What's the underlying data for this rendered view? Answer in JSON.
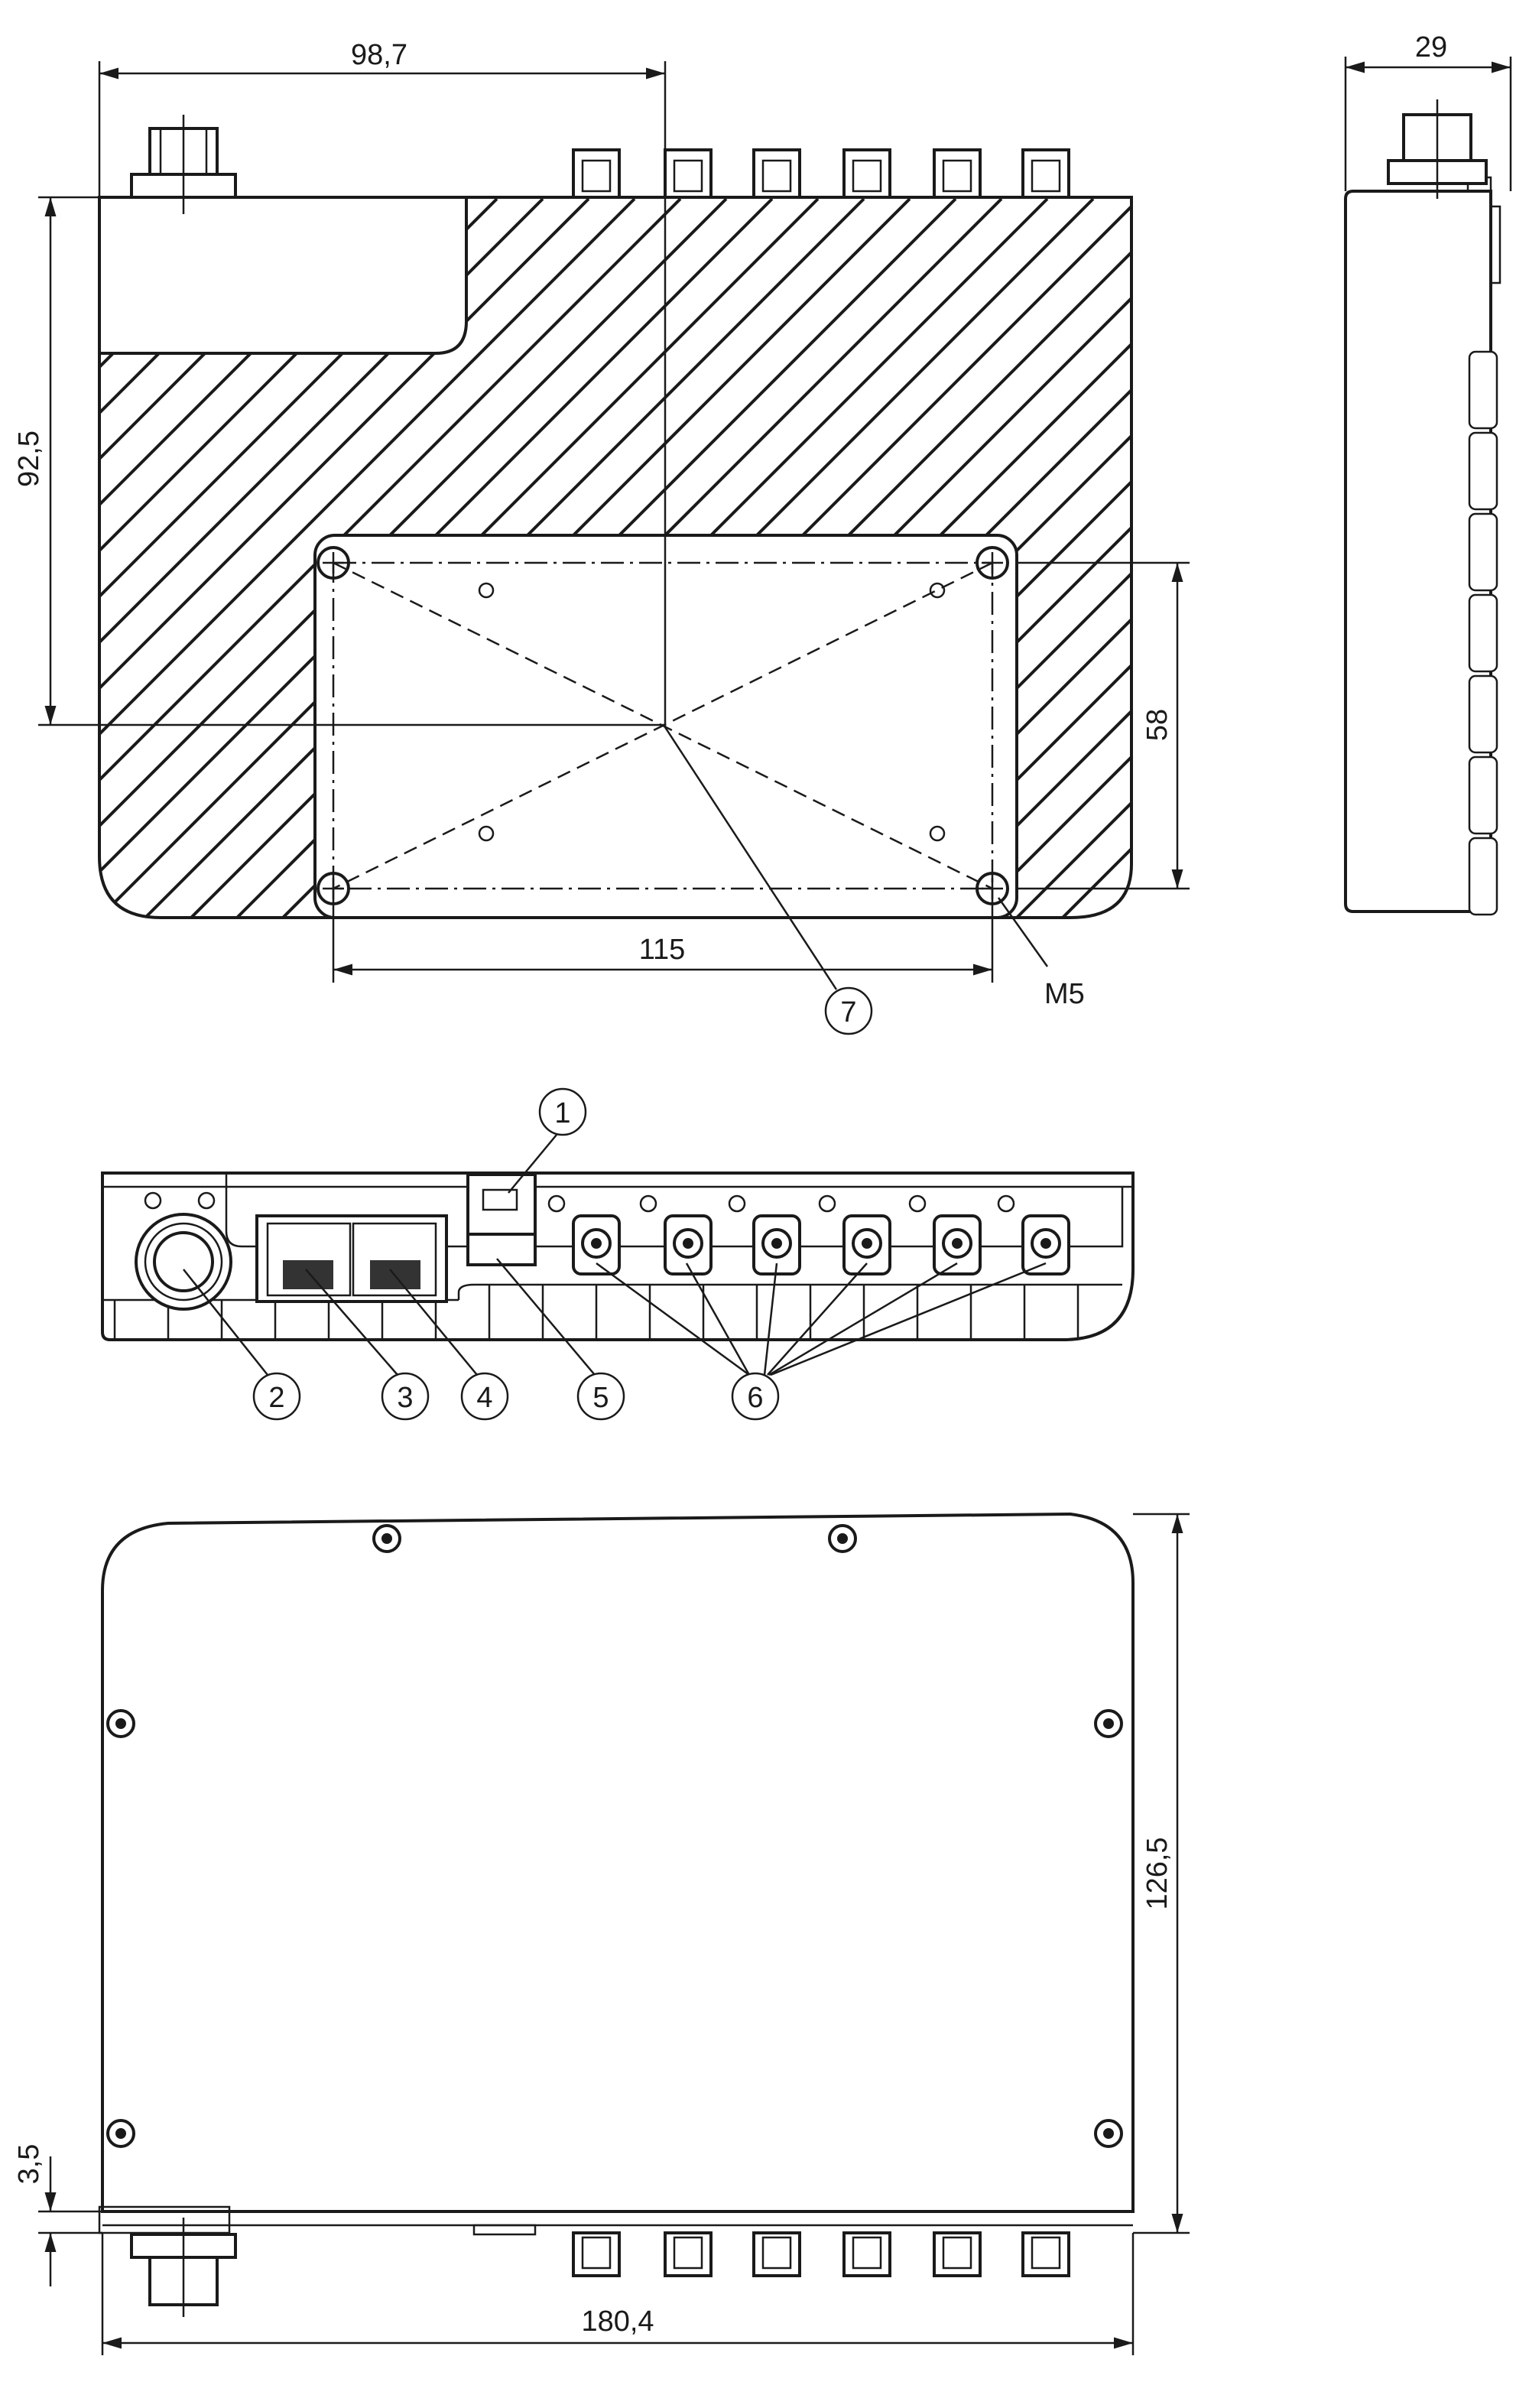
{
  "title": "Dimensional drawing",
  "dimensions": {
    "width_to_center": "98,7",
    "depth_side": "29",
    "height_to_center": "92,5",
    "mount_vertical": "58",
    "mount_horizontal": "115",
    "thread": "M5",
    "total_height": "126,5",
    "base_offset": "3,5",
    "total_width": "180,4"
  },
  "callouts": [
    "1",
    "2",
    "3",
    "4",
    "5",
    "6",
    "7"
  ]
}
